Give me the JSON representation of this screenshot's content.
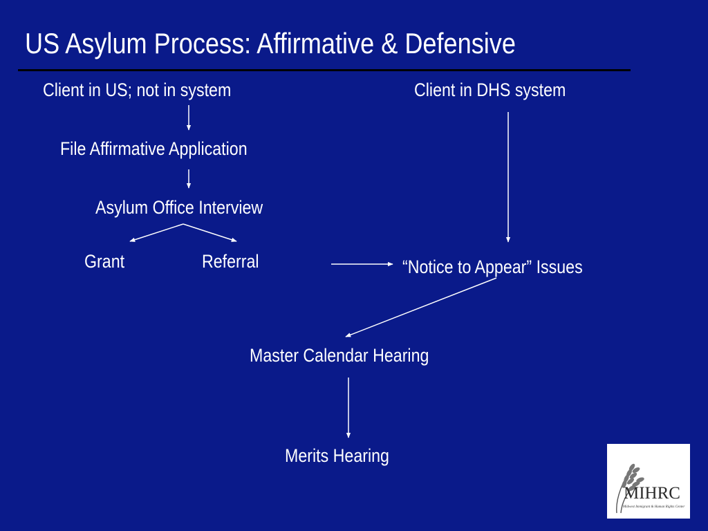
{
  "slide": {
    "title": "US Asylum Process: Affirmative & Defensive"
  },
  "nodes": {
    "client_us": "Client in US; not in system",
    "client_dhs": "Client in DHS system",
    "file_affirmative": "File Affirmative Application",
    "asylum_interview": "Asylum Office Interview",
    "grant": "Grant",
    "referral": "Referral",
    "notice_to_appear": "“Notice to Appear” Issues",
    "master_calendar": "Master Calendar Hearing",
    "merits_hearing": "Merits Hearing"
  },
  "logo": {
    "name": "MIHRC",
    "subtitle": "Midwest Immigrant & Human Rights Center",
    "icon": "wheat-icon"
  },
  "colors": {
    "background": "#0a1a8a",
    "text": "#ffffff",
    "title_rule": "#000000"
  }
}
